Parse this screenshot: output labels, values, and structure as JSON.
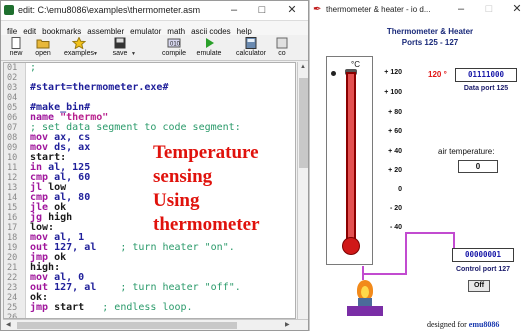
{
  "editor": {
    "title": "edit: C:\\emu8086\\examples\\thermometer.asm",
    "menu": [
      "file",
      "edit",
      "bookmarks",
      "assembler",
      "emulator",
      "math",
      "ascii codes",
      "help"
    ],
    "toolbar": [
      {
        "label": "new",
        "icon": "new-file-icon"
      },
      {
        "label": "open",
        "icon": "folder-icon"
      },
      {
        "label": "examples",
        "icon": "star-icon"
      },
      {
        "label": "save",
        "icon": "disk-icon"
      },
      {
        "label": "compile",
        "icon": "compile-icon"
      },
      {
        "label": "emulate",
        "icon": "play-icon"
      },
      {
        "label": "calculator",
        "icon": "calculator-icon"
      },
      {
        "label": "co",
        "icon": "convertor-icon"
      }
    ],
    "line_numbers": [
      "01",
      "02",
      "03",
      "04",
      "05",
      "06",
      "07",
      "08",
      "09",
      "10",
      "11",
      "12",
      "13",
      "14",
      "15",
      "16",
      "17",
      "18",
      "19",
      "20",
      "21",
      "22",
      "23",
      "24",
      "25",
      "26"
    ],
    "code": {
      "l01": ";",
      "l03": "#start=thermometer.exe#",
      "l05": "#make_bin#",
      "l06_kw": "name",
      "l06_str": "\"thermo\"",
      "l07": "; set data segment to code segment:",
      "l08_kw": "mov",
      "l08_args": "ax, cs",
      "l09_kw": "mov",
      "l09_args": "ds, ax",
      "l10": "start:",
      "l11_kw": "in",
      "l11_args": "al, 125",
      "l12_kw": "cmp",
      "l12_args": "al, 60",
      "l13_kw": "jl",
      "l13_args": "low",
      "l14_kw": "cmp",
      "l14_args": "al, 80",
      "l15_kw": "jle",
      "l15_args": "ok",
      "l16_kw": "jg",
      "l16_args": "high",
      "l17": "low:",
      "l18_kw": "mov",
      "l18_args": "al, 1",
      "l19_kw": "out",
      "l19_args": "127, al",
      "l19_cmt": "; turn heater \"on\".",
      "l20_kw": "jmp",
      "l20_args": "ok",
      "l21": "high:",
      "l22_kw": "mov",
      "l22_args": "al, 0",
      "l23_kw": "out",
      "l23_args": "127, al",
      "l23_cmt": "; turn heater \"off\".",
      "l24": "ok:",
      "l25_kw": "jmp",
      "l25_args": "start",
      "l25_cmt": "; endless loop."
    },
    "overlay": [
      "Temperature",
      "sensing",
      "Using",
      "thermometer"
    ]
  },
  "thermo": {
    "title": "thermometer & heater - io d...",
    "heading1": "Thermometer & Heater",
    "heading2": "Ports 125 - 127",
    "degree_unit": "°C",
    "ticks": [
      "+ 120",
      "+ 100",
      "+ 80",
      "+ 60",
      "+ 40",
      "+ 20",
      "0",
      "- 20",
      "- 40"
    ],
    "current_temp": "120 °",
    "data_port_value": "01111000",
    "data_port_label": "Data port 125",
    "air_label": "air temperature:",
    "air_value": "0",
    "control_port_value": "00000001",
    "control_port_label": "Control port 127",
    "button_label": "Off",
    "footer_prefix": "designed for",
    "footer_brand": "emu8086",
    "colors": {
      "mercury": "#e35050",
      "wire": "#c24bd0",
      "accent_text": "#1818a8"
    }
  }
}
